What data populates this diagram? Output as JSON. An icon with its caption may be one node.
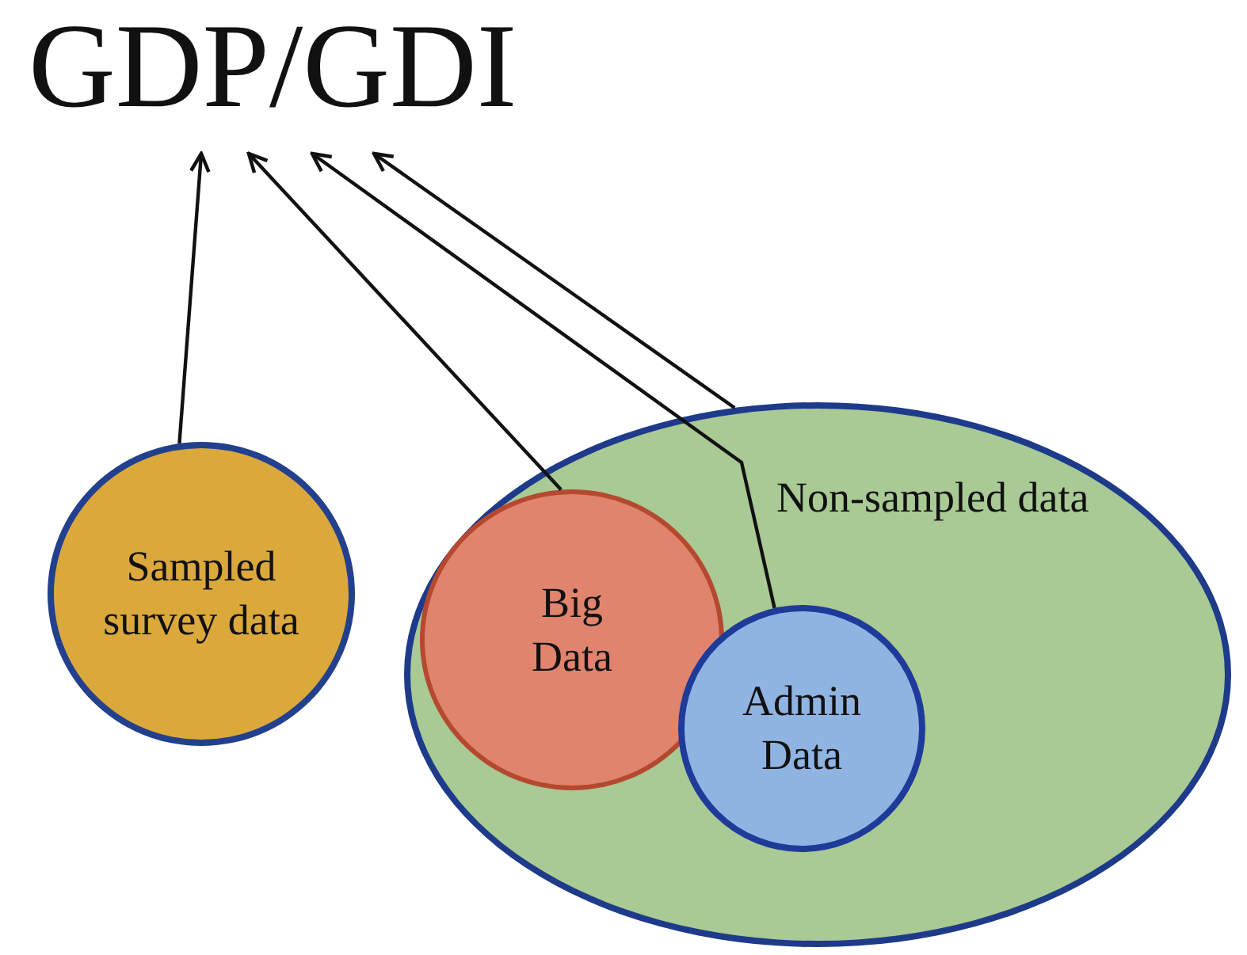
{
  "diagram": {
    "nodes": [
      {
        "text": [
          "GDP/GDI"
        ]
      },
      {
        "text": [
          "Sampled survey data"
        ]
      },
      {
        "text": [
          "Non-sampled data"
        ]
      },
      {
        "text": [
          "Big Data"
        ],
        "in": 2
      },
      {
        "text": [
          "Admin Data"
        ],
        "in": 2
      }
    ],
    "edges": [
      {
        "from": 1,
        "to": 0,
        "arrow": "to"
      },
      {
        "from": 3,
        "to": 0,
        "arrow": "to"
      },
      {
        "from": 4,
        "to": 0,
        "arrow": "to"
      },
      {
        "from": 2,
        "to": 0,
        "arrow": "to"
      }
    ]
  }
}
